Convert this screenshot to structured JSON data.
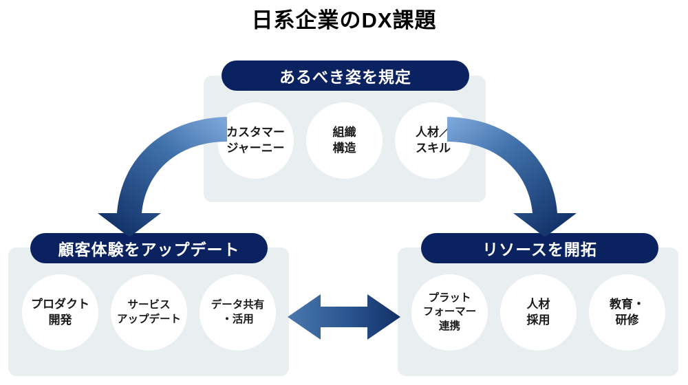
{
  "title": "日系企業のDX課題",
  "colors": {
    "navy": "#0b2260",
    "panel_bg": "#e9eef1",
    "circle_bg": "#ffffff",
    "arrow_light": "#6f9ad0",
    "arrow_dark": "#12336b",
    "text": "#1a1a1a",
    "background": "#ffffff"
  },
  "groups": {
    "top": {
      "header": "あるべき姿を規定",
      "items": [
        {
          "line1": "カスタマー",
          "line2": "ジャーニー",
          "line3": ""
        },
        {
          "line1": "組織",
          "line2": "構造",
          "line3": ""
        },
        {
          "line1": "人材／",
          "line2": "スキル",
          "line3": ""
        }
      ]
    },
    "bottom_left": {
      "header": "顧客体験をアップデート",
      "items": [
        {
          "line1": "プロダクト",
          "line2": "開発",
          "line3": ""
        },
        {
          "line1": "サービス",
          "line2": "アップデート",
          "line3": ""
        },
        {
          "line1": "データ共有",
          "line2": "・活用",
          "line3": ""
        }
      ]
    },
    "bottom_right": {
      "header": "リソースを開拓",
      "items": [
        {
          "line1": "プラット",
          "line2": "フォーマー",
          "line3": "連携"
        },
        {
          "line1": "人材",
          "line2": "採用",
          "line3": ""
        },
        {
          "line1": "教育・",
          "line2": "研修",
          "line3": ""
        }
      ]
    }
  },
  "arrows": {
    "left_curve": "curved-arrow-down-left",
    "right_curve": "curved-arrow-down-right",
    "middle": "double-headed-arrow-horizontal"
  }
}
